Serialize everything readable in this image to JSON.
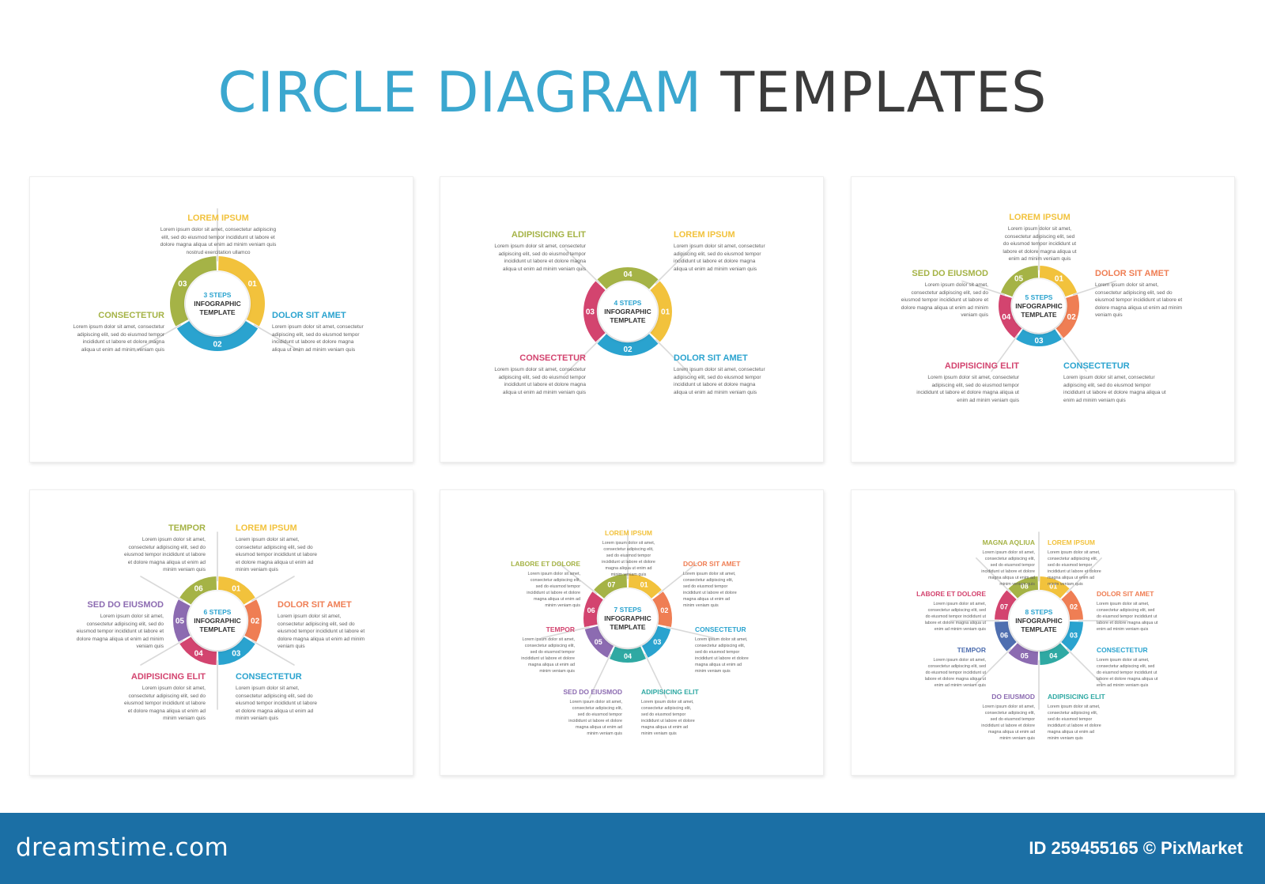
{
  "title": {
    "part1": "CIRCLE DIAGRAM",
    "part2": "TEMPLATES"
  },
  "colors": {
    "yellow": "#f2c23c",
    "orange": "#ef7e54",
    "blue": "#2aa3cf",
    "teal": "#2fa9a3",
    "purple": "#8c6bb1",
    "magenta": "#d3446f",
    "olive": "#a5b346"
  },
  "lorem": {
    "long": "Lorem ipsum dolor sit amet, consectetur adipiscing elit, sed do eiusmod tempor incididunt ut labore et dolore magna aliqua ut enim ad minim veniam quis",
    "top3": "Lorem ipsum dolor sit amet, consectetur adipiscing elit, sed do eiusmod tempor incididunt ut labore et dolore magna aliqua ut enim ad minim veniam quis nostrud exercitation ullamco"
  },
  "diagrams": [
    {
      "center": {
        "l1": "3 STEPS",
        "l2": "INFOGRAPHIC",
        "l3": "TEMPLATE"
      },
      "steps": [
        {
          "num": "01",
          "label": "LOREM IPSUM",
          "color": "#f2c23c"
        },
        {
          "num": "02",
          "label": "DOLOR SIT AMET",
          "color": "#2aa3cf"
        },
        {
          "num": "03",
          "label": "CONSECTETUR",
          "color": "#a5b346"
        }
      ]
    },
    {
      "center": {
        "l1": "4 STEPS",
        "l2": "INFOGRAPHIC",
        "l3": "TEMPLATE"
      },
      "steps": [
        {
          "num": "01",
          "label": "LOREM IPSUM",
          "color": "#f2c23c"
        },
        {
          "num": "02",
          "label": "DOLOR SIT AMET",
          "color": "#2aa3cf"
        },
        {
          "num": "03",
          "label": "CONSECTETUR",
          "color": "#d3446f"
        },
        {
          "num": "04",
          "label": "ADIPISICING ELIT",
          "color": "#a5b346"
        }
      ]
    },
    {
      "center": {
        "l1": "5 STEPS",
        "l2": "INFOGRAPHIC",
        "l3": "TEMPLATE"
      },
      "steps": [
        {
          "num": "01",
          "label": "LOREM IPSUM",
          "color": "#f2c23c"
        },
        {
          "num": "02",
          "label": "DOLOR SIT AMET",
          "color": "#ef7e54"
        },
        {
          "num": "03",
          "label": "CONSECTETUR",
          "color": "#2aa3cf"
        },
        {
          "num": "04",
          "label": "ADIPISICING ELIT",
          "color": "#d3446f"
        },
        {
          "num": "05",
          "label": "SED DO EIUSMOD",
          "color": "#a5b346"
        }
      ]
    },
    {
      "center": {
        "l1": "6 STEPS",
        "l2": "INFOGRAPHIC",
        "l3": "TEMPLATE"
      },
      "steps": [
        {
          "num": "01",
          "label": "LOREM IPSUM",
          "color": "#f2c23c"
        },
        {
          "num": "02",
          "label": "DOLOR SIT AMET",
          "color": "#ef7e54"
        },
        {
          "num": "03",
          "label": "CONSECTETUR",
          "color": "#2aa3cf"
        },
        {
          "num": "04",
          "label": "ADIPISICING ELIT",
          "color": "#d3446f"
        },
        {
          "num": "05",
          "label": "SED DO EIUSMOD",
          "color": "#8c6bb1"
        },
        {
          "num": "06",
          "label": "TEMPOR",
          "color": "#a5b346"
        }
      ]
    },
    {
      "center": {
        "l1": "7 STEPS",
        "l2": "INFOGRAPHIC",
        "l3": "TEMPLATE"
      },
      "steps": [
        {
          "num": "01",
          "label": "LOREM IPSUM",
          "color": "#f2c23c"
        },
        {
          "num": "02",
          "label": "DOLOR SIT AMET",
          "color": "#ef7e54"
        },
        {
          "num": "03",
          "label": "CONSECTETUR",
          "color": "#2aa3cf"
        },
        {
          "num": "04",
          "label": "ADIPISICING ELIT",
          "color": "#2fa9a3"
        },
        {
          "num": "05",
          "label": "SED DO EIUSMOD",
          "color": "#8c6bb1"
        },
        {
          "num": "06",
          "label": "TEMPOR",
          "color": "#d3446f"
        },
        {
          "num": "07",
          "label": "LABORE ET DOLORE",
          "color": "#a5b346"
        }
      ]
    },
    {
      "center": {
        "l1": "8 STEPS",
        "l2": "INFOGRAPHIC",
        "l3": "TEMPLATE"
      },
      "steps": [
        {
          "num": "01",
          "label": "LOREM IPSUM",
          "color": "#f2c23c"
        },
        {
          "num": "02",
          "label": "DOLOR SIT AMET",
          "color": "#ef7e54"
        },
        {
          "num": "03",
          "label": "CONSECTETUR",
          "color": "#2aa3cf"
        },
        {
          "num": "04",
          "label": "ADIPISICING ELIT",
          "color": "#2fa9a3"
        },
        {
          "num": "05",
          "label": "DO EIUSMOD",
          "color": "#8c6bb1"
        },
        {
          "num": "06",
          "label": "TEMPOR",
          "color": "#4f6fb0"
        },
        {
          "num": "07",
          "label": "LABORE ET DOLORE",
          "color": "#d3446f"
        },
        {
          "num": "08",
          "label": "MAGNA AQLIUA",
          "color": "#a5b346"
        }
      ]
    }
  ],
  "footer": {
    "brand": "dreamstime.com",
    "id_text": "ID 259455165 © PixMarket"
  }
}
